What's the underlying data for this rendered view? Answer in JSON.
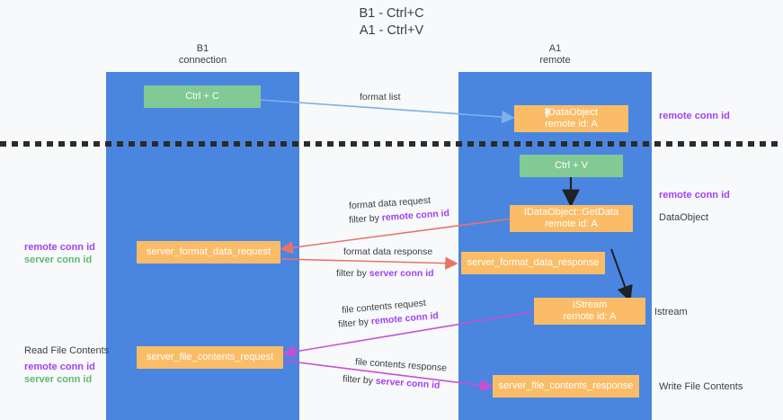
{
  "title": {
    "line1": "B1 - Ctrl+C",
    "line2": "A1 - Ctrl+V"
  },
  "columns": {
    "left": {
      "name": "B1",
      "role": "connection"
    },
    "right": {
      "name": "A1",
      "role": "remote"
    }
  },
  "colors": {
    "column_blue": "#4a86e0",
    "box_green": "#81c995",
    "box_orange": "#fbbc67",
    "accent_purple": "#a142f4",
    "accent_green": "#5bb974",
    "arrow_blue": "#7fb0ea",
    "arrow_red": "#e8736a",
    "arrow_magenta": "#c850d0",
    "arrow_black": "#202124",
    "text_dark": "#3c4043"
  },
  "boxes": {
    "ctrl_c": {
      "label": "Ctrl + C"
    },
    "idataobject": {
      "line1": "IDataObject",
      "line2": "remote id: A",
      "prefix_glyphs": "{{?}}"
    },
    "ctrl_v": {
      "label": "Ctrl + V"
    },
    "getdata": {
      "line1": "IDataObject::GetData",
      "line2": "remote id: A"
    },
    "server_format_data_request": {
      "label": "server_format_data_request"
    },
    "server_format_data_response": {
      "label": "server_format_data_response"
    },
    "istream": {
      "line1": "IStream",
      "line2": "remote id: A"
    },
    "server_file_contents_request": {
      "label": "server_file_contents_request"
    },
    "server_file_contents_response": {
      "label": "server_file_contents_response"
    }
  },
  "right_labels": {
    "remote_conn_id_top": "remote conn id",
    "remote_conn_id_mid": "remote conn id",
    "dataobject": "DataObject",
    "istream": "Istream",
    "write_file_contents": "Write File Contents"
  },
  "left_labels": {
    "remote_conn_id_mid": "remote conn id",
    "server_conn_id_mid": "server conn id",
    "read_file_contents": "Read File Contents",
    "remote_conn_id_low": "remote conn id",
    "server_conn_id_low": "server conn id"
  },
  "arrow_labels": {
    "format_list": "format list",
    "format_data_request": "format data request",
    "format_data_request_filter_prefix": "filter by ",
    "format_data_request_filter_key": "remote conn id",
    "format_data_response": "format data response",
    "format_data_response_filter_prefix": "filter by ",
    "format_data_response_filter_key": "server conn id",
    "file_contents_request": "file contents request",
    "file_contents_request_filter_prefix": "filter by ",
    "file_contents_request_filter_key": "remote conn id",
    "file_contents_response": "file contents response",
    "file_contents_response_filter_prefix": "filter by ",
    "file_contents_response_filter_key": "server conn id"
  }
}
